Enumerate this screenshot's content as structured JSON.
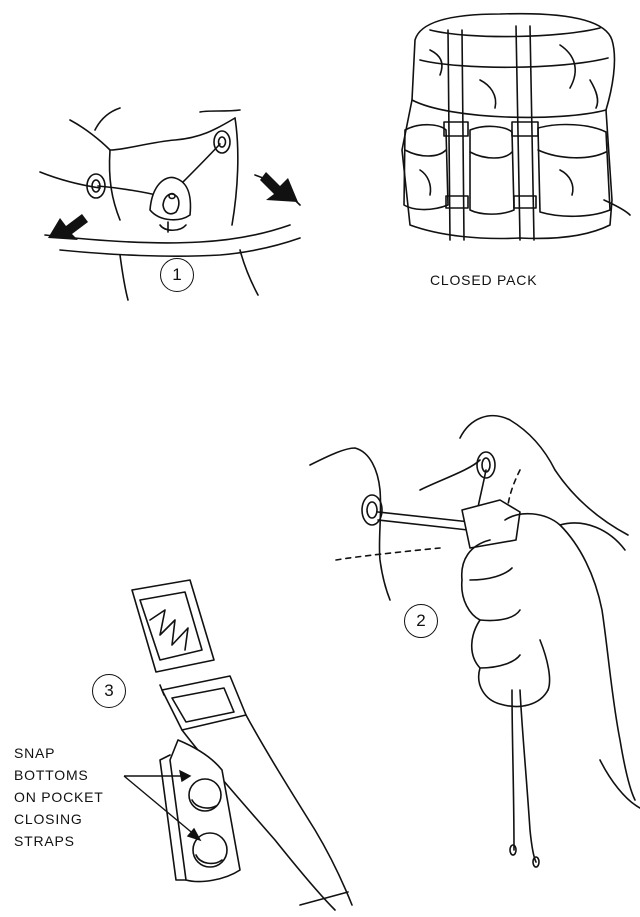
{
  "step_labels": {
    "step1": "1",
    "step2": "2",
    "step3": "3"
  },
  "closed_pack_caption": "CLOSED PACK",
  "snap_callout": {
    "lines": [
      "SNAP",
      "BOTTOMS",
      "ON POCKET",
      "CLOSING",
      "STRAPS"
    ]
  }
}
